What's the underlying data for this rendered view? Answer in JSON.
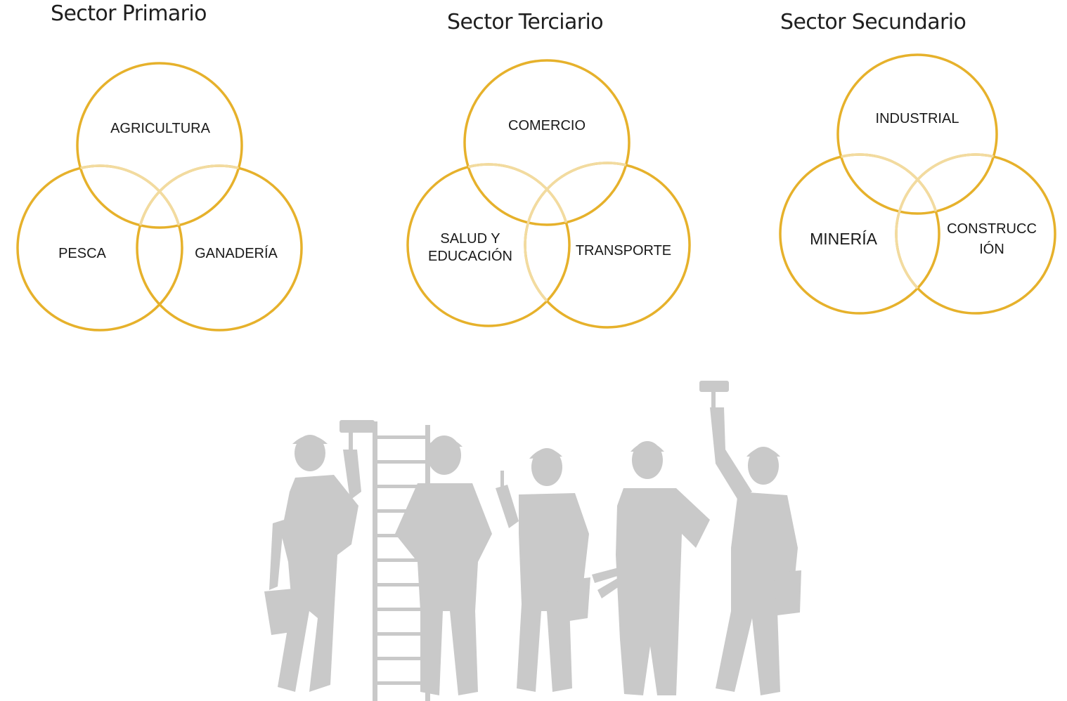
{
  "colors": {
    "ring": "#e6b12b",
    "ring_light": "#f2dba0",
    "silhouette": "#c9c9c9",
    "text": "#1a1a1a"
  },
  "sectors": [
    {
      "title": "Sector Primario",
      "circles": [
        "AGRICULTURA",
        "PESCA",
        "GANADERÍA"
      ]
    },
    {
      "title": "Sector Terciario",
      "circles": [
        "COMERCIO",
        "SALUD Y EDUCACIÓN",
        "TRANSPORTE"
      ]
    },
    {
      "title": "Sector Secundario",
      "circles": [
        "INDUSTRIAL",
        "MINERÍA",
        "CONSTRUCCIÓN"
      ]
    }
  ],
  "illustration": "workers-silhouette-icon"
}
